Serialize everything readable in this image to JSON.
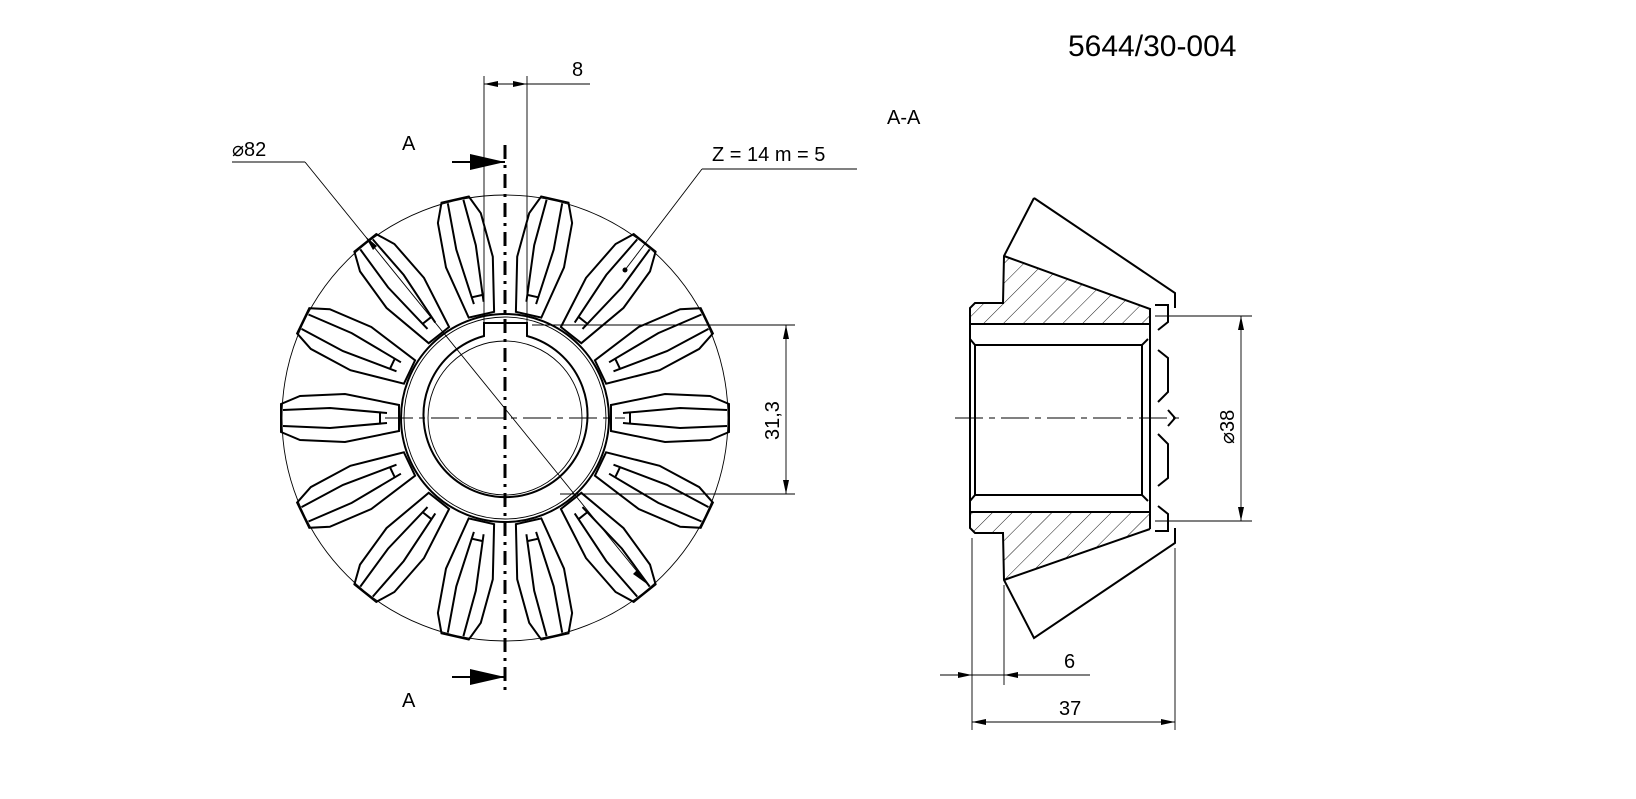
{
  "drawing": {
    "number": "5644/30-004",
    "section_label": "A-A",
    "section_marker": "A",
    "gear_spec": "Z = 14 m = 5",
    "teeth_count": 14
  },
  "dimensions": {
    "outer_diameter": "⌀82",
    "key_offset": "8",
    "keyway_height": "31,3",
    "bore_diameter": "⌀38",
    "hub_step": "6",
    "overall_length": "37"
  }
}
